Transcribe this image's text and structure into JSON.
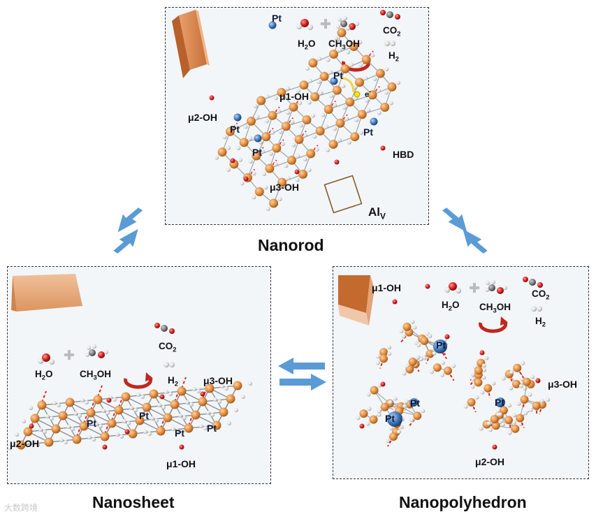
{
  "panels": {
    "nanorod": {
      "caption": "Nanorod",
      "pt_labels": [
        "Pt",
        "Pt",
        "Pt",
        "Pt",
        "Pt"
      ],
      "labels": {
        "h2o": "H2O",
        "ch3oh": "CH3OH",
        "co2": "CO2",
        "h2": "H2",
        "mu1": "μ1-OH",
        "mu2": "μ2-OH",
        "mu3": "μ3-OH",
        "hbd": "HBD",
        "alv": "AlV",
        "electron": "e-"
      }
    },
    "nanosheet": {
      "caption": "Nanosheet",
      "pt_labels": [
        "Pt",
        "Pt",
        "Pt",
        "Pt"
      ],
      "labels": {
        "h2o": "H2O",
        "ch3oh": "CH3OH",
        "co2": "CO2",
        "h2": "H2",
        "mu1": "μ1-OH",
        "mu2": "μ2-OH",
        "mu3": "μ3-OH"
      }
    },
    "nanopolyhedron": {
      "caption": "Nanopolyhedron",
      "pt_labels": [
        "Pt",
        "Pt",
        "Pt",
        "Pt"
      ],
      "labels": {
        "h2o": "H2O",
        "ch3oh": "CH3OH",
        "co2": "CO2",
        "h2": "H2",
        "mu1": "μ1-OH",
        "mu2": "μ2-OH",
        "mu3": "μ3-OH"
      }
    }
  },
  "watermark": "大数跨境",
  "colors": {
    "al_atom": "#e08a3c",
    "pt_atom": "#3b74b8",
    "o_atom": "#d0191b",
    "h_atom": "#e8e8e8",
    "hbond": "#e2231a",
    "arrow": "#5b9bd5",
    "crystal": "#d9884f",
    "curved_arrow": "#c0271f"
  }
}
